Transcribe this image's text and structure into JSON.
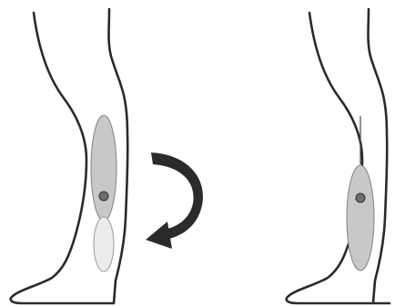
{
  "figure": {
    "panels": [
      {
        "id": "left-leg",
        "regions": [
          {
            "name": "upper-region",
            "shade": "dark",
            "color": "#c8c8c8"
          },
          {
            "name": "lower-region",
            "shade": "light",
            "color": "#ececec"
          }
        ],
        "marker": {
          "color": "#6e6e6e"
        }
      },
      {
        "id": "right-leg",
        "regions": [
          {
            "name": "single-region",
            "shade": "dark",
            "color": "#c8c8c8"
          }
        ],
        "marker": {
          "color": "#6e6e6e"
        },
        "has_vertical_line": true
      }
    ],
    "arrow": {
      "style": "curved",
      "direction": "clockwise-down",
      "color": "#2b2b2b"
    },
    "outline_color": "#2a2a2a"
  }
}
